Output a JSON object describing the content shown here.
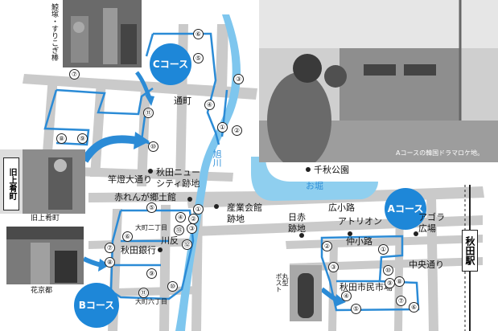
{
  "map": {
    "river": "旭川",
    "moat": "お堀",
    "streets": {
      "dori_machi": "通町",
      "kanto_odori": "竿燈大通り",
      "hirokoji": "広小路",
      "nakakoji": "仲小路",
      "chuo_dori": "中央通り",
      "kawabata": "川反"
    },
    "places": {
      "senshu_park": "千秋公園",
      "akita_new_city": "秋田ニュー\nシティ跡地",
      "akarenga": "赤れんが郷土館",
      "kaikan": "産業会館\n跡地",
      "nisseki": "日赤\n跡地",
      "ation": "アトリオン",
      "agora": "アゴラ\n広場",
      "akita_bank": "秋田銀行",
      "market": "秋田市民市場",
      "omachi2": "大町二丁目",
      "omachi6": "大町六丁目",
      "akita_station": "秋田駅",
      "marugata_post": "丸型\nポスト"
    },
    "courses": {
      "a": "Aコース",
      "b": "Bコース",
      "c": "Cコース"
    },
    "photos": {
      "top_caption": "鯨塚・すりこぎ棒",
      "kamifunade_caption": "旧上肴町",
      "kamifunade_sign": "旧上肴町",
      "kakyoto_caption": "花京都",
      "main_caption": "Aコースの韓国ドラマロケ地。"
    },
    "numbers": [
      "①",
      "②",
      "③",
      "④",
      "⑤",
      "⑥",
      "⑦",
      "⑧",
      "⑨",
      "⑩",
      "⑪",
      "⑫",
      "⑬"
    ],
    "colors": {
      "route": "#2b8bd6",
      "river": "#7ec6ee",
      "course_circle": "#1e87d8",
      "street": "#c9c9c9"
    }
  }
}
